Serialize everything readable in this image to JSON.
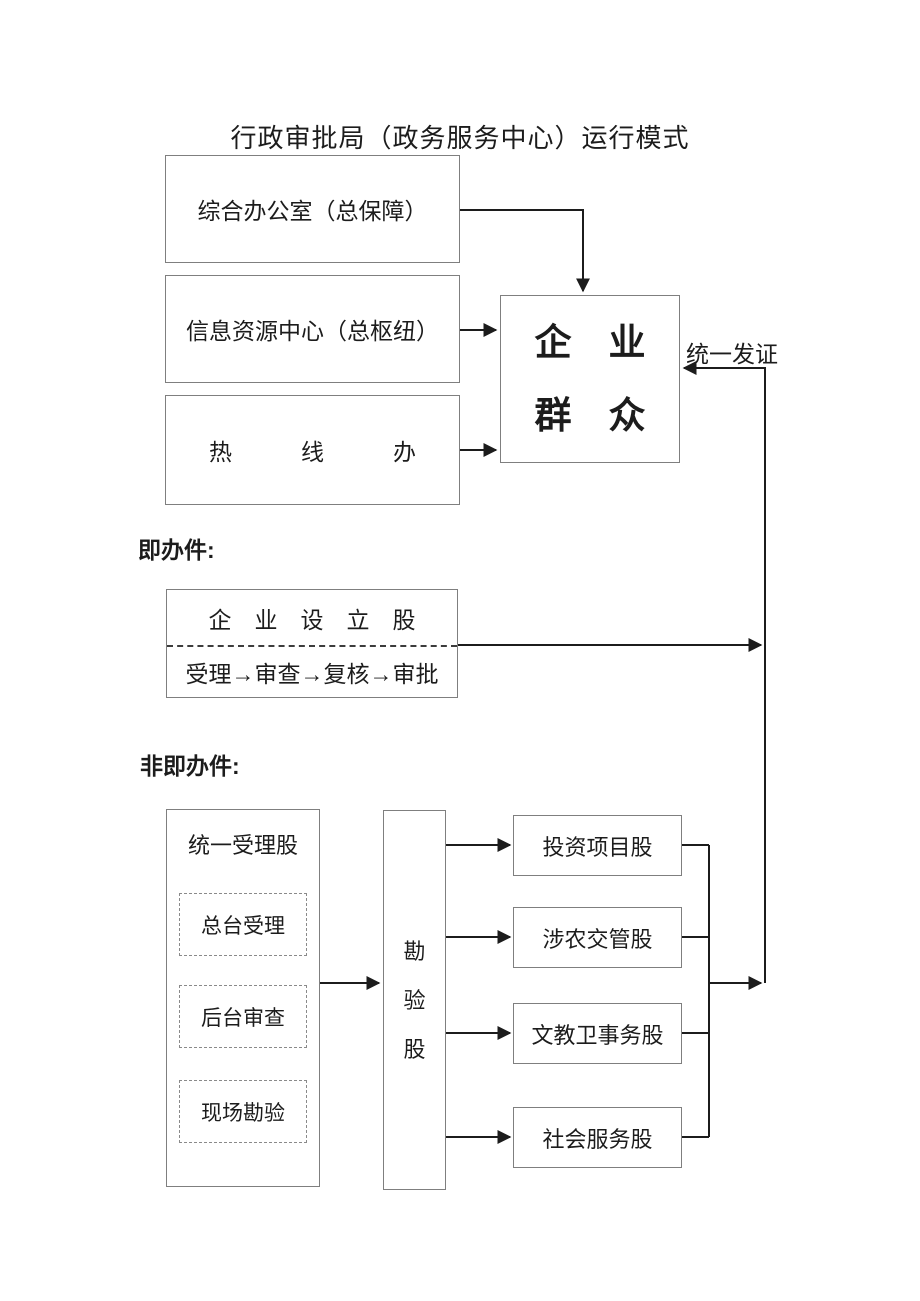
{
  "title": "行政审批局（政务服务中心）运行模式",
  "support_boxes": [
    {
      "label": "综合办公室（总保障）"
    },
    {
      "label": "信息资源中心（总枢纽）"
    },
    {
      "label": "热　　　线　　　办"
    }
  ],
  "center_box": {
    "line1": "企　业",
    "line2": "群　众"
  },
  "cert_flow_label": "统一发证",
  "immediate": {
    "section_label": "即办件:",
    "dept_title": "企　业　设　立　股",
    "process_flow": "受理→审查→复核→审批"
  },
  "non_immediate": {
    "section_label": "非即办件:",
    "unified_box_title": "统一受理股",
    "steps": [
      "总台受理",
      "后台审查",
      "现场勘验"
    ],
    "inspection_box": "勘\n验\n股",
    "dept_boxes": [
      "投资项目股",
      "涉农交管股",
      "文教卫事务股",
      "社会服务股"
    ]
  },
  "colors": {
    "background": "#ffffff",
    "box_border": "#7f7f7f",
    "line": "#1c1c1c",
    "text": "#1c1c1c"
  }
}
